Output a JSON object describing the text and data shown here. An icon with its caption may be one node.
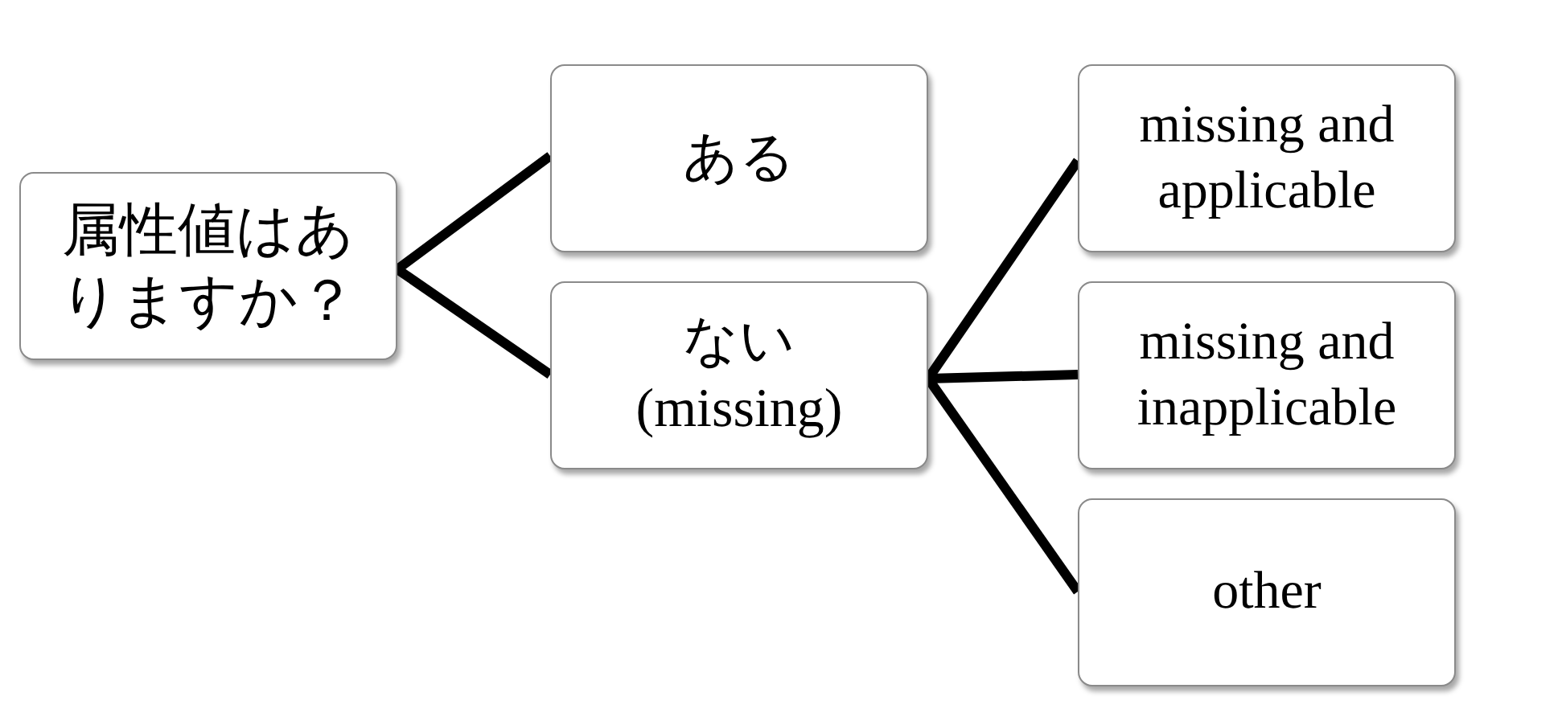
{
  "diagram": {
    "nodes": [
      {
        "text": [
          "属性値はありますか？"
        ]
      },
      {
        "text": [
          "ある"
        ]
      },
      {
        "text": [
          "ない (missing)"
        ]
      },
      {
        "text": [
          "missing and applicable"
        ]
      },
      {
        "text": [
          "missing and inapplicable"
        ]
      },
      {
        "text": [
          "other"
        ]
      }
    ],
    "edges": [
      {
        "from": 0,
        "to": 1,
        "arrow": "none"
      },
      {
        "from": 0,
        "to": 2,
        "arrow": "none"
      },
      {
        "from": 2,
        "to": 3,
        "arrow": "none"
      },
      {
        "from": 2,
        "to": 4,
        "arrow": "none"
      },
      {
        "from": 2,
        "to": 5,
        "arrow": "none"
      }
    ]
  }
}
